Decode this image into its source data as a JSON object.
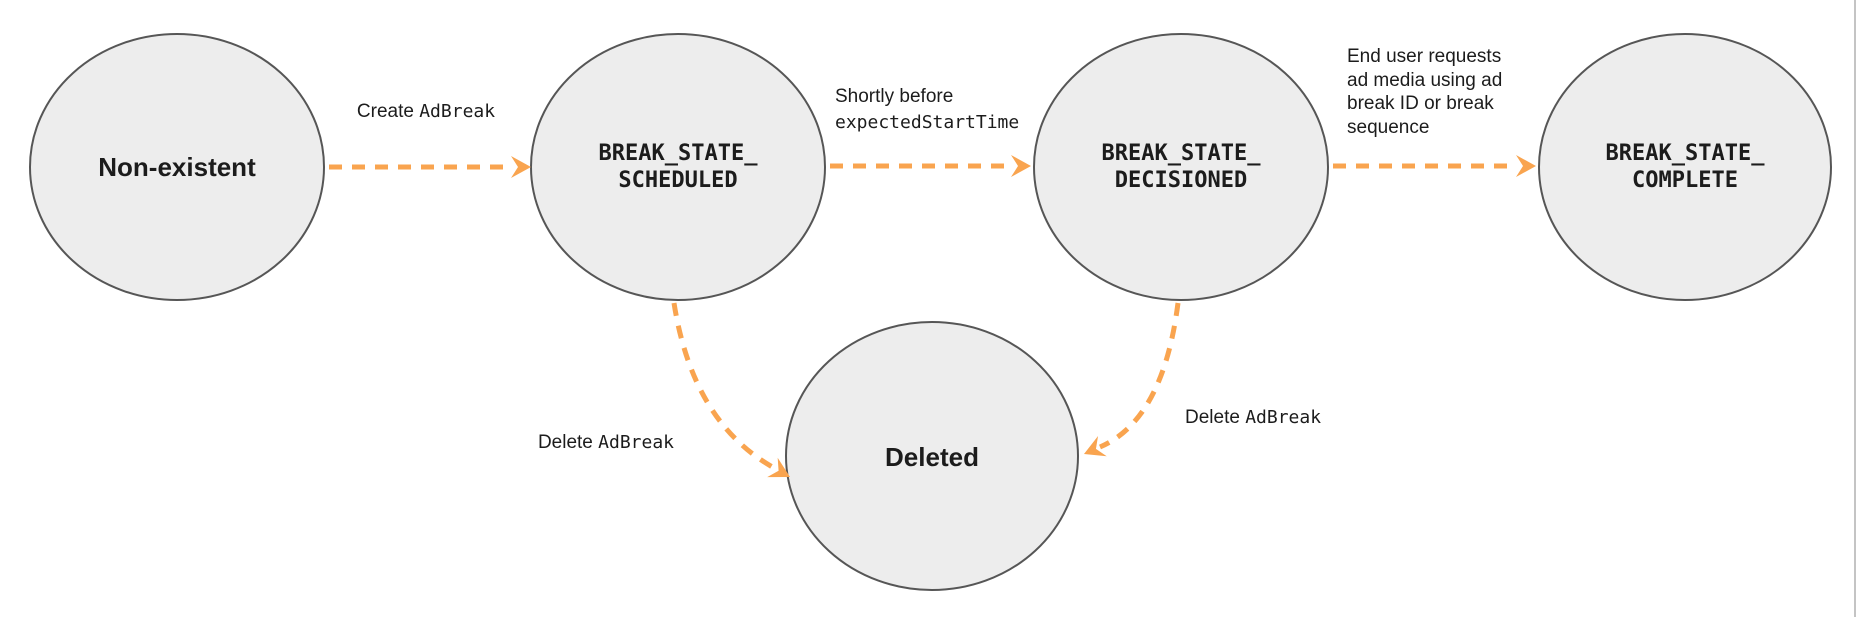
{
  "diagram": {
    "colors": {
      "node_fill": "#EDEDED",
      "node_border": "#565656",
      "arrow": "#F9A44F",
      "text": "#1C1C1C",
      "right_divider": "#C4C4C4"
    },
    "nodes": [
      {
        "id": "non-existent",
        "label": "Non-existent"
      },
      {
        "id": "break-state-scheduled",
        "label_lines": [
          "BREAK_STATE_",
          "SCHEDULED"
        ]
      },
      {
        "id": "break-state-decisioned",
        "label_lines": [
          "BREAK_STATE_",
          "DECISIONED"
        ]
      },
      {
        "id": "break-state-complete",
        "label_lines": [
          "BREAK_STATE_",
          "COMPLETE"
        ]
      },
      {
        "id": "deleted",
        "label": "Deleted"
      }
    ],
    "edges": [
      {
        "from": "non-existent",
        "to": "break-state-scheduled",
        "label_action": "Create ",
        "label_code": "AdBreak"
      },
      {
        "from": "break-state-scheduled",
        "to": "break-state-decisioned",
        "label_line1": "Shortly before",
        "label_code": "expectedStartTime"
      },
      {
        "from": "break-state-decisioned",
        "to": "break-state-complete",
        "label_lines": [
          "End user requests",
          "ad media using ad",
          "break ID or break",
          "sequence"
        ]
      },
      {
        "from": "break-state-scheduled",
        "to": "deleted",
        "label_action": "Delete ",
        "label_code": "AdBreak"
      },
      {
        "from": "break-state-decisioned",
        "to": "deleted",
        "label_action": "Delete ",
        "label_code": "AdBreak"
      }
    ]
  }
}
